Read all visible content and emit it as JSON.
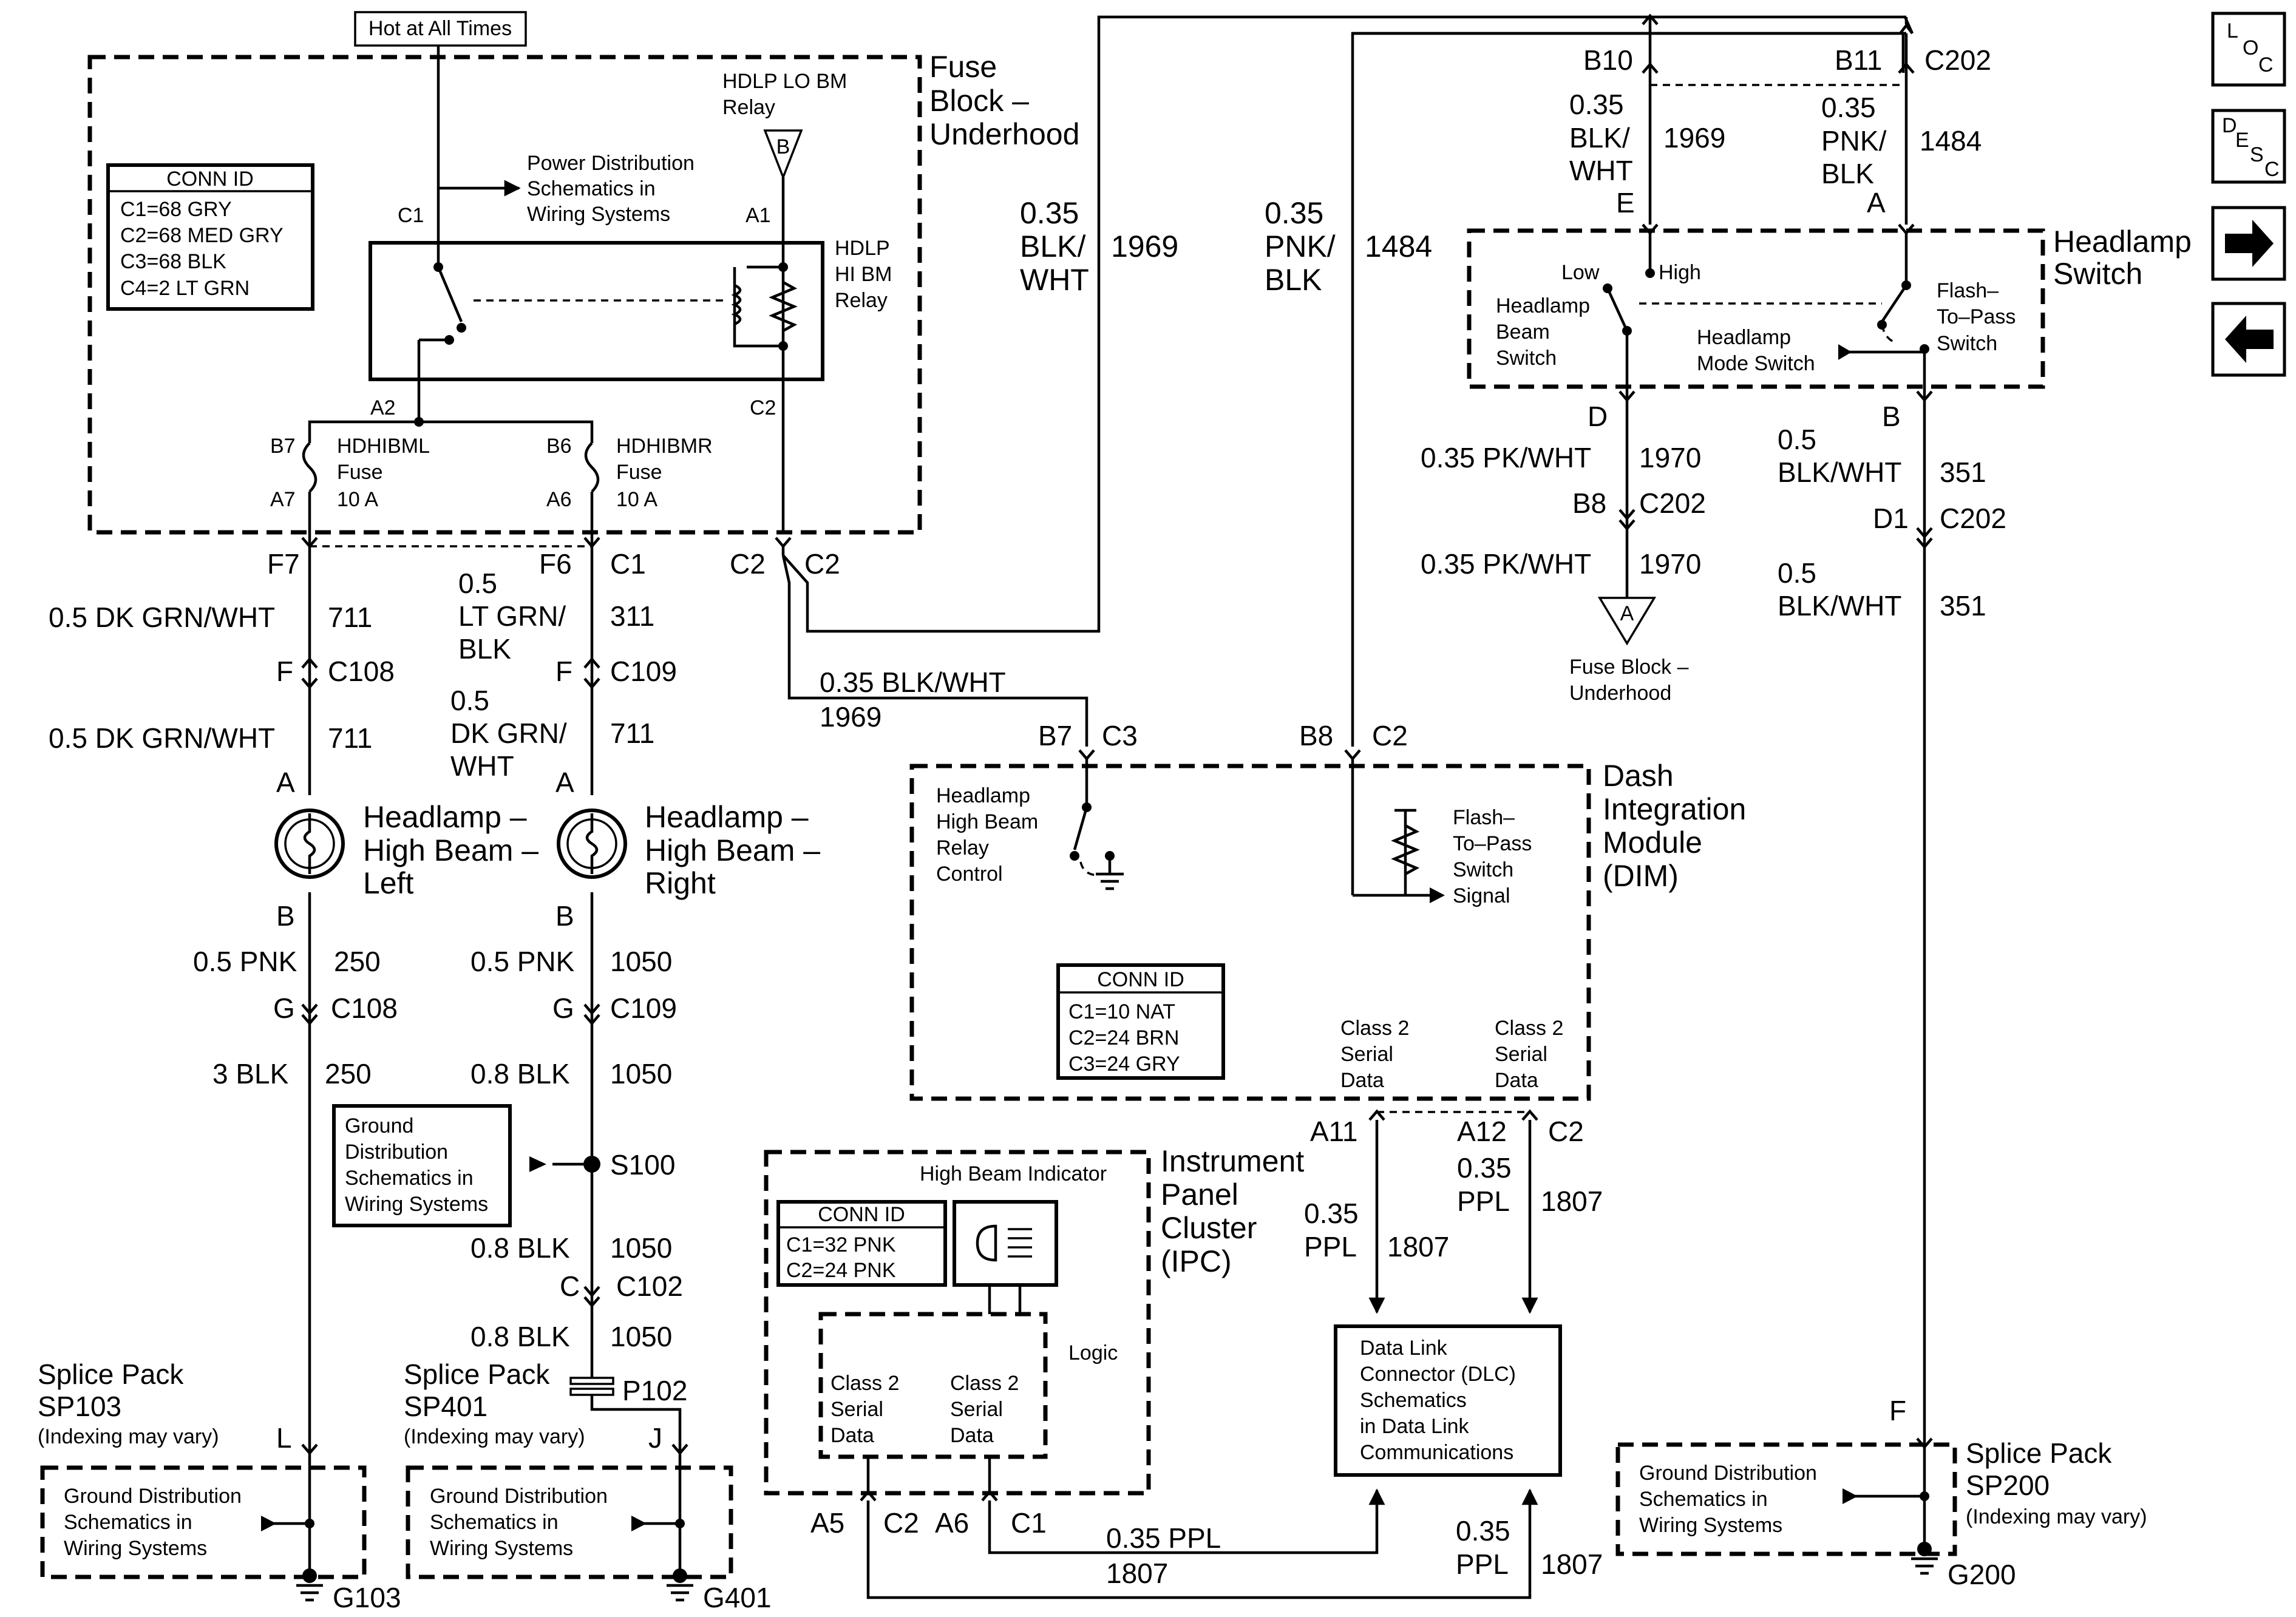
{
  "hot": "Hot at All Times",
  "fuse_block": {
    "l1": "Fuse",
    "l2": "Block –",
    "l3": "Underhood"
  },
  "conn1": {
    "title": "CONN ID",
    "c1": "C1=68 GRY",
    "c2": "C2=68 MED GRY",
    "c3": "C3=68 BLK",
    "c4": "C4=2 LT GRN"
  },
  "pwrdist": {
    "l1": "Power Distribution",
    "l2": "Schematics in",
    "l3": "Wiring Systems"
  },
  "lobm": {
    "l1": "HDLP LO BM",
    "l2": "Relay",
    "ref": "B"
  },
  "hibm": {
    "l1": "HDLP",
    "l2": "HI BM",
    "l3": "Relay"
  },
  "fuseL": {
    "name": "HDHIBML",
    "l2": "Fuse",
    "l3": "10 A"
  },
  "fuseR": {
    "name": "HDHIBMR",
    "l2": "Fuse",
    "l3": "10 A"
  },
  "pins": {
    "c1": "C1",
    "a1": "A1",
    "a2": "A2",
    "c2": "C2",
    "b7": "B7",
    "a7": "A7",
    "b6": "B6",
    "a6": "A6",
    "f7": "F7",
    "f6": "F6",
    "c1b": "C1",
    "c2l": "C2",
    "c2r": "C2",
    "fL": "F",
    "c108a": "C108",
    "fR": "F",
    "c109a": "C109",
    "aL": "A",
    "aR": "A",
    "bL": "B",
    "bR": "B",
    "gL": "G",
    "c108b": "C108",
    "gR": "G",
    "c109b": "C109",
    "s100": "S100",
    "cC": "C",
    "c102": "C102",
    "p102": "P102",
    "lL": "L",
    "jJ": "J",
    "b10": "B10",
    "b11": "B11",
    "c202a": "C202",
    "eE": "E",
    "aA": "A",
    "dD": "D",
    "bB": "B",
    "b8": "B8",
    "c202b": "C202",
    "d1": "D1",
    "c202c": "C202",
    "b7c3": "B7",
    "c3": "C3",
    "b8c2": "B8",
    "c2d": "C2",
    "a11": "A11",
    "a12": "A12",
    "c2e": "C2",
    "a5": "A5",
    "c2f": "C2",
    "a6b": "A6",
    "c1c": "C1",
    "fF": "F"
  },
  "wires": {
    "w711a": {
      "l1": "0.5 DK GRN/WHT",
      "num": "711"
    },
    "w711b": {
      "l1": "0.5 DK GRN/WHT",
      "num": "711"
    },
    "w311": {
      "l1": "0.5",
      "l2": "LT GRN/",
      "l3": "BLK",
      "num": "311"
    },
    "w711c": {
      "l1": "0.5",
      "l2": "DK GRN/",
      "l3": "WHT",
      "num": "711"
    },
    "w250a": {
      "l1": "0.5 PNK",
      "num": "250"
    },
    "w250b": {
      "l1": "3 BLK",
      "num": "250"
    },
    "w1050a": {
      "l1": "0.5 PNK",
      "num": "1050"
    },
    "w1050b": {
      "l1": "0.8 BLK",
      "num": "1050"
    },
    "w1050c": {
      "l1": "0.8 BLK",
      "num": "1050"
    },
    "w1050d": {
      "l1": "0.8 BLK",
      "num": "1050"
    },
    "w1969a": {
      "l1": "0.35",
      "l2": "BLK/",
      "l3": "WHT",
      "num": "1969"
    },
    "w1969b": {
      "l1": "0.35 BLK/WHT",
      "num": "1969"
    },
    "w1484a": {
      "l1": "0.35",
      "l2": "PNK/",
      "l3": "BLK",
      "num": "1484"
    },
    "w1969c": {
      "l1": "0.35",
      "l2": "BLK/",
      "l3": "WHT",
      "num": "1969"
    },
    "w1484b": {
      "l1": "0.35",
      "l2": "PNK/",
      "l3": "BLK",
      "num": "1484"
    },
    "w1970a": {
      "l1": "0.35 PK/WHT",
      "num": "1970"
    },
    "w1970b": {
      "l1": "0.35 PK/WHT",
      "num": "1970"
    },
    "w351a": {
      "l1": "0.5",
      "l2": "BLK/WHT",
      "num": "351"
    },
    "w351b": {
      "l1": "0.5",
      "l2": "BLK/WHT",
      "num": "351"
    },
    "w1807a": {
      "l1": "0.35",
      "l2": "PPL",
      "num": "1807"
    },
    "w1807b": {
      "l1": "0.35",
      "l2": "PPL",
      "num": "1807"
    },
    "w1807c": {
      "l1": "0.35 PPL",
      "num": "1807"
    },
    "w1807d": {
      "l1": "0.35",
      "l2": "PPL",
      "num": "1807"
    }
  },
  "lampL": {
    "l1": "Headlamp –",
    "l2": "High Beam –",
    "l3": "Left"
  },
  "lampR": {
    "l1": "Headlamp –",
    "l2": "High Beam –",
    "l3": "Right"
  },
  "gnddist": {
    "l1": "Ground",
    "l2": "Distribution",
    "l3": "Schematics in",
    "l4": "Wiring Systems"
  },
  "sp103": {
    "l1": "Splice Pack",
    "l2": "SP103",
    "l3": "(Indexing may vary)"
  },
  "sp401": {
    "l1": "Splice Pack",
    "l2": "SP401",
    "l3": "(Indexing may vary)"
  },
  "sp200": {
    "l1": "Splice Pack",
    "l2": "SP200",
    "l3": "(Indexing may vary)"
  },
  "gdb": {
    "l1": "Ground Distribution",
    "l2": "Schematics in",
    "l3": "Wiring Systems"
  },
  "grounds": {
    "g103": "G103",
    "g401": "G401",
    "g200": "G200"
  },
  "hswitch": {
    "l1": "Headlamp",
    "l2": "Switch",
    "low": "Low",
    "high": "High",
    "beam1": "Headlamp",
    "beam2": "Beam",
    "beam3": "Switch",
    "ftp1": "Flash–",
    "ftp2": "To–Pass",
    "ftp3": "Switch",
    "mode1": "Headlamp",
    "mode2": "Mode Switch"
  },
  "fbref": {
    "ref": "A",
    "l1": "Fuse Block –",
    "l2": "Underhood"
  },
  "dim": {
    "l1": "Dash",
    "l2": "Integration",
    "l3": "Module",
    "l4": "(DIM)",
    "hb1": "Headlamp",
    "hb2": "High Beam",
    "hb3": "Relay",
    "hb4": "Control",
    "fs1": "Flash–",
    "fs2": "To–Pass",
    "fs3": "Switch",
    "fs4": "Signal",
    "cs1": "Class 2",
    "cs2": "Serial",
    "cs3": "Data"
  },
  "conn2": {
    "title": "CONN ID",
    "c1": "C1=10 NAT",
    "c2": "C2=24 BRN",
    "c3": "C3=24 GRY"
  },
  "ipc": {
    "l1": "Instrument",
    "l2": "Panel",
    "l3": "Cluster",
    "l4": "(IPC)",
    "hbi": "High Beam Indicator",
    "logic": "Logic",
    "cs1": "Class 2",
    "cs2": "Serial",
    "cs3": "Data"
  },
  "conn3": {
    "title": "CONN ID",
    "c1": "C1=32 PNK",
    "c2": "C2=24 PNK"
  },
  "dlc": {
    "l1": "Data Link",
    "l2": "Connector (DLC)",
    "l3": "Schematics",
    "l4": "in Data Link",
    "l5": "Communications"
  },
  "nav": {
    "loc": [
      "L",
      "O",
      "C"
    ],
    "desc": [
      "D",
      "E",
      "S",
      "C"
    ]
  }
}
